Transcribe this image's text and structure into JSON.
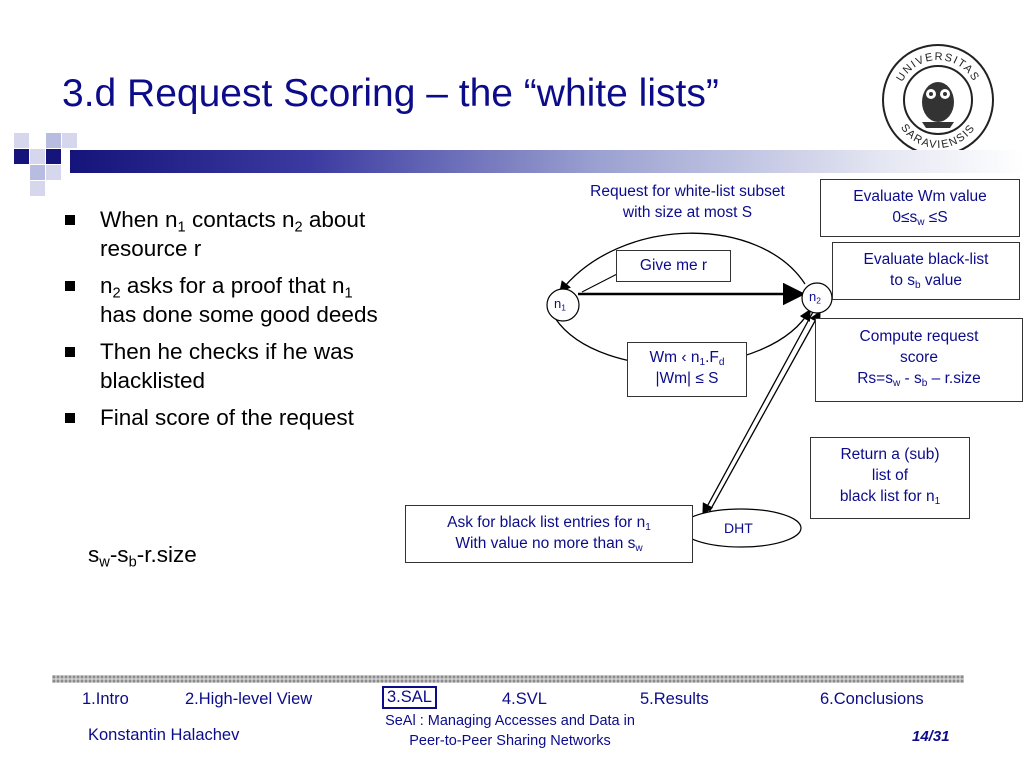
{
  "slide": {
    "title": "3.d Request Scoring – the “white lists”"
  },
  "logo": {
    "text_top": "UNIVERSITAS",
    "text_bottom": "SARAVIENSIS"
  },
  "bullets": {
    "b1_pre": "When n",
    "b1_sub1": "1",
    "b1_mid": " contacts n",
    "b1_sub2": "2",
    "b1_post": " about resource r",
    "b2_pre": "n",
    "b2_sub1": "2",
    "b2_mid": " asks for a proof that n",
    "b2_sub2": "1",
    "b2_post": " has done some good deeds",
    "b3": "Then he checks if he was blacklisted",
    "b4": "Final score of the request",
    "formula_s": "s",
    "formula_w": "w",
    "formula_mid": "-s",
    "formula_b": "b",
    "formula_post": "-r.size"
  },
  "diagram": {
    "request_label_line1": "Request for white-list subset",
    "request_label_line2": "with size at most S",
    "give_me": "Give me r",
    "n1": "n",
    "n1_sub": "1",
    "n2": "n",
    "n2_sub": "2",
    "wm_line1_pre": "Wm ‹ n",
    "wm_line1_sub": "1",
    "wm_line1_mid": ".F",
    "wm_line1_sub2": "d",
    "wm_line2": "|Wm| ≤ S",
    "eval_wm_line1": "Evaluate Wm value",
    "eval_wm_line2_pre": "0≤s",
    "eval_wm_line2_sub": "w",
    "eval_wm_line2_post": " ≤S",
    "eval_bl_line1": "Evaluate black-list",
    "eval_bl_line2_pre": "to s",
    "eval_bl_line2_sub": "b",
    "eval_bl_line2_post": " value",
    "compute_line1": "Compute request",
    "compute_line2": "score",
    "compute_line3_pre": "Rs=s",
    "compute_line3_sub1": "w",
    "compute_line3_mid": " - s",
    "compute_line3_sub2": "b",
    "compute_line3_post": " – r.size",
    "return_line1": "Return a (sub)",
    "return_line2": "list of",
    "return_line3_pre": "black list for n",
    "return_line3_sub": "1",
    "ask_line1_pre": "Ask for black list entries for n",
    "ask_line1_sub": "1",
    "ask_line2_pre": "With value no more than s",
    "ask_line2_sub": "w",
    "dht": "DHT"
  },
  "nav": {
    "items": [
      "1.Intro",
      "2.High-level View",
      "3.SAL",
      "4.SVL",
      "5.Results",
      "6.Conclusions"
    ]
  },
  "footer": {
    "author": "Konstantin Halachev",
    "center_line1": "SeAl : Managing Accesses and Data in",
    "center_line2": "Peer-to-Peer Sharing Networks",
    "page": "14/31"
  }
}
